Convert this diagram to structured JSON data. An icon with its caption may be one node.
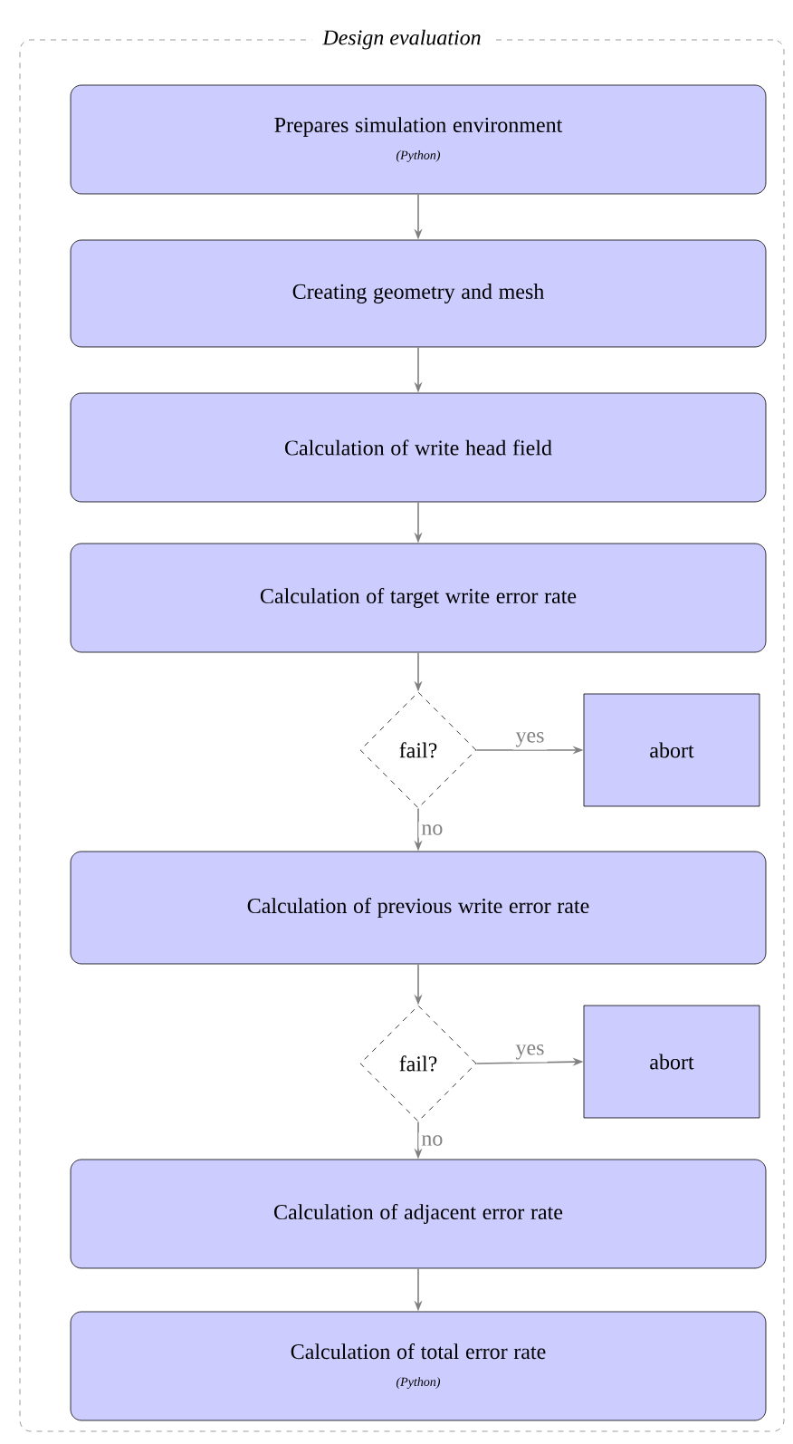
{
  "diagram": {
    "nodes": [
      {
        "text": [
          "Design evaluation"
        ]
      },
      {
        "text": [
          "Prepares simulation environment",
          "(Python)"
        ],
        "in": 0
      },
      {
        "text": [
          "Creating geometry and mesh"
        ],
        "in": 0
      },
      {
        "text": [
          "Calculation of write head field"
        ],
        "in": 0
      },
      {
        "text": [
          "Calculation of target write error rate"
        ],
        "in": 0
      },
      {
        "text": [
          "fail?"
        ],
        "in": 0
      },
      {
        "text": [
          "abort"
        ],
        "in": 0
      },
      {
        "text": [
          "Calculation of previous write error rate"
        ],
        "in": 0
      },
      {
        "text": [
          "fail?"
        ],
        "in": 0
      },
      {
        "text": [
          "abort"
        ],
        "in": 0
      },
      {
        "text": [
          "Calculation of adjacent error rate"
        ],
        "in": 0
      },
      {
        "text": [
          "Calculation of total error rate",
          "(Python)"
        ],
        "in": 0
      }
    ],
    "edges": [
      {
        "from": 1,
        "to": 2,
        "arrow": "to"
      },
      {
        "from": 2,
        "to": 3,
        "arrow": "to"
      },
      {
        "from": 3,
        "to": 4,
        "arrow": "to"
      },
      {
        "from": 4,
        "to": 5,
        "arrow": "to"
      },
      {
        "from": 5,
        "to": 6,
        "arrow": "to",
        "label": "yes"
      },
      {
        "from": 5,
        "to": 7,
        "arrow": "to",
        "label": "no"
      },
      {
        "from": 7,
        "to": 8,
        "arrow": "to"
      },
      {
        "from": 8,
        "to": 9,
        "arrow": "to",
        "label": "yes"
      },
      {
        "from": 8,
        "to": 10,
        "arrow": "to",
        "label": "no"
      },
      {
        "from": 10,
        "to": 11,
        "arrow": "to"
      }
    ]
  }
}
